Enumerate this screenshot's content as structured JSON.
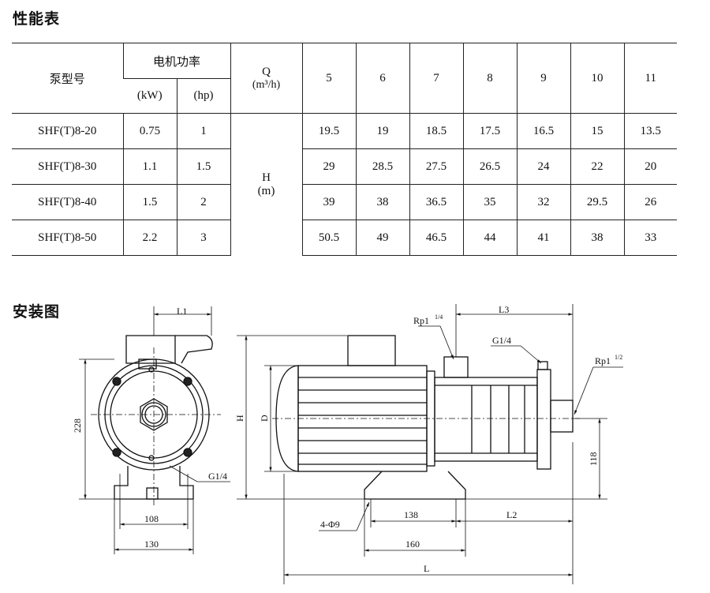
{
  "titles": {
    "performance": "性能表",
    "installation": "安装图"
  },
  "table": {
    "model_header": "泵型号",
    "motor_power_header": "电机功率",
    "kw_header": "(kW)",
    "hp_header": "(hp)",
    "q_header": "Q",
    "q_unit": "(m³/h)",
    "h_header": "H",
    "h_unit": "(m)",
    "flows": [
      "5",
      "6",
      "7",
      "8",
      "9",
      "10",
      "11"
    ],
    "rows": [
      {
        "model": "SHF(T)8-20",
        "kw": "0.75",
        "hp": "1",
        "heads": [
          "19.5",
          "19",
          "18.5",
          "17.5",
          "16.5",
          "15",
          "13.5"
        ]
      },
      {
        "model": "SHF(T)8-30",
        "kw": "1.1",
        "hp": "1.5",
        "heads": [
          "29",
          "28.5",
          "27.5",
          "26.5",
          "24",
          "22",
          "20"
        ]
      },
      {
        "model": "SHF(T)8-40",
        "kw": "1.5",
        "hp": "2",
        "heads": [
          "39",
          "38",
          "36.5",
          "35",
          "32",
          "29.5",
          "26"
        ]
      },
      {
        "model": "SHF(T)8-50",
        "kw": "2.2",
        "hp": "3",
        "heads": [
          "50.5",
          "49",
          "46.5",
          "44",
          "41",
          "38",
          "33"
        ]
      }
    ]
  },
  "drawing": {
    "dims": {
      "l1": "L1",
      "d228": "228",
      "d108": "108",
      "d130": "130",
      "g14_left": "G1/4",
      "h": "H",
      "d": "D",
      "rp14": "Rp1",
      "rp14_frac": "1/4",
      "g14_top": "G1/4",
      "l3": "L3",
      "rp12": "Rp1",
      "rp12_frac": "1/2",
      "d118": "118",
      "hole": "4-Φ9",
      "d138": "138",
      "l2": "L2",
      "d160": "160",
      "l": "L"
    }
  }
}
